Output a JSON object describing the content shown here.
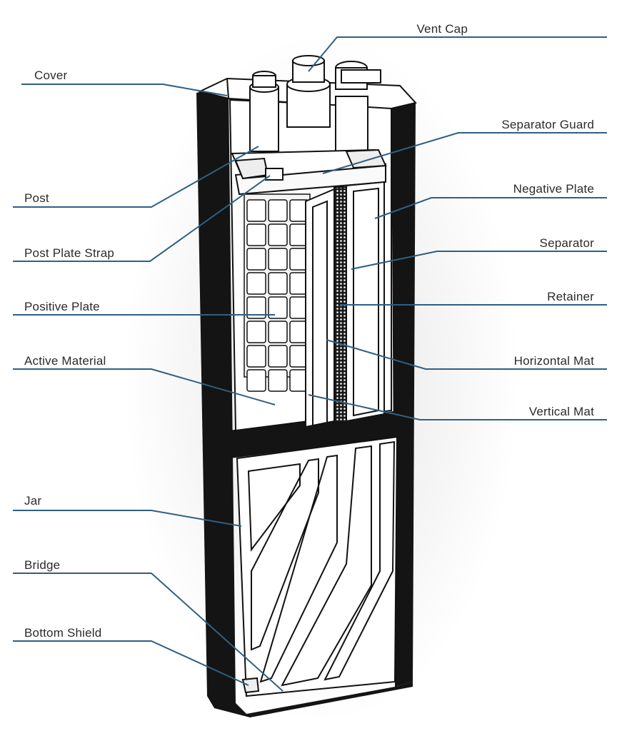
{
  "colors": {
    "leader": "#2f5f83",
    "text": "#2b2b2b",
    "casing": "#141414",
    "outline": "#111111",
    "fill": "#ffffff",
    "mat": "#1a1a1a"
  },
  "labels": {
    "cover": "Cover",
    "post": "Post",
    "post_plate_strap": "Post Plate Strap",
    "positive_plate": "Positive Plate",
    "active_material": "Active Material",
    "jar": "Jar",
    "bridge": "Bridge",
    "bottom_shield": "Bottom Shield",
    "vent_cap": "Vent Cap",
    "separator_guard": "Separator Guard",
    "negative_plate": "Negative Plate",
    "separator": "Separator",
    "retainer": "Retainer",
    "horizontal_mat": "Horizontal Mat",
    "vertical_mat": "Vertical Mat"
  }
}
